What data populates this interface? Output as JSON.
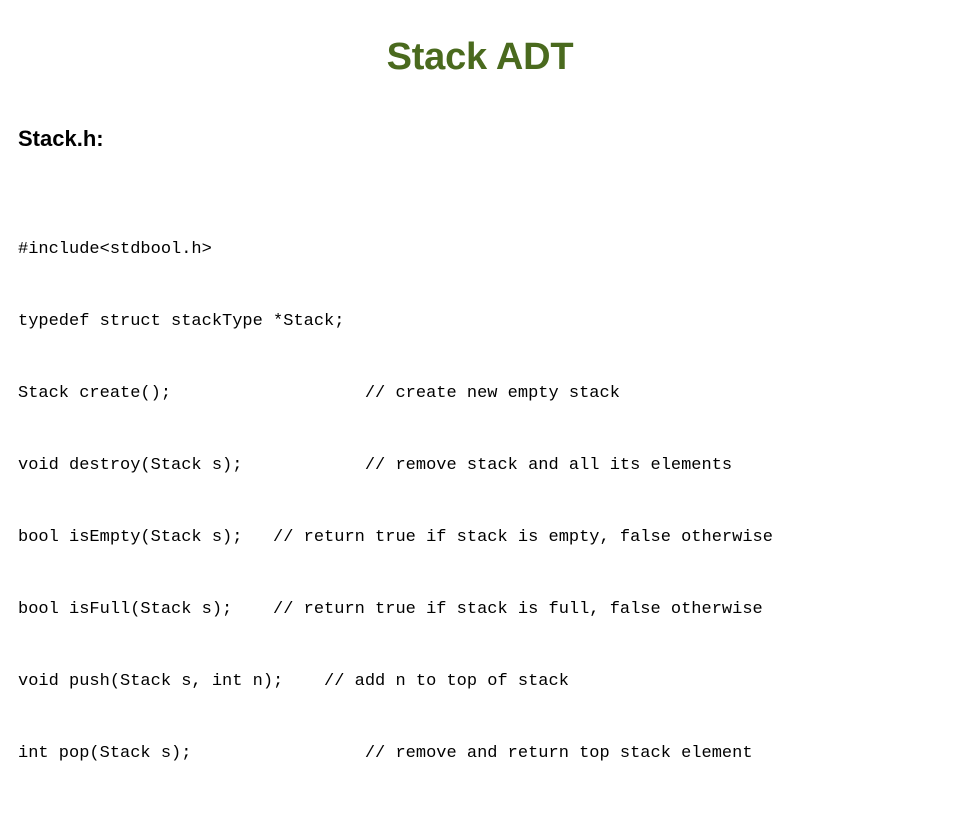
{
  "slide": {
    "title": "Stack ADT",
    "title_color": "#4a6a1e",
    "background_color": "#ffffff",
    "subtitle": "Stack.h:",
    "subtitle_color": "#000000"
  },
  "code": {
    "language": "c",
    "text_color": "#000000",
    "lines": [
      "#include<stdbool.h>",
      "typedef struct stackType *Stack;",
      "Stack create();                   // create new empty stack",
      "void destroy(Stack s);            // remove stack and all its elements",
      "bool isEmpty(Stack s);   // return true if stack is empty, false otherwise",
      "bool isFull(Stack s);    // return true if stack is full, false otherwise",
      "void push(Stack s, int n);    // add n to top of stack",
      "int pop(Stack s);                 // remove and return top stack element"
    ]
  }
}
